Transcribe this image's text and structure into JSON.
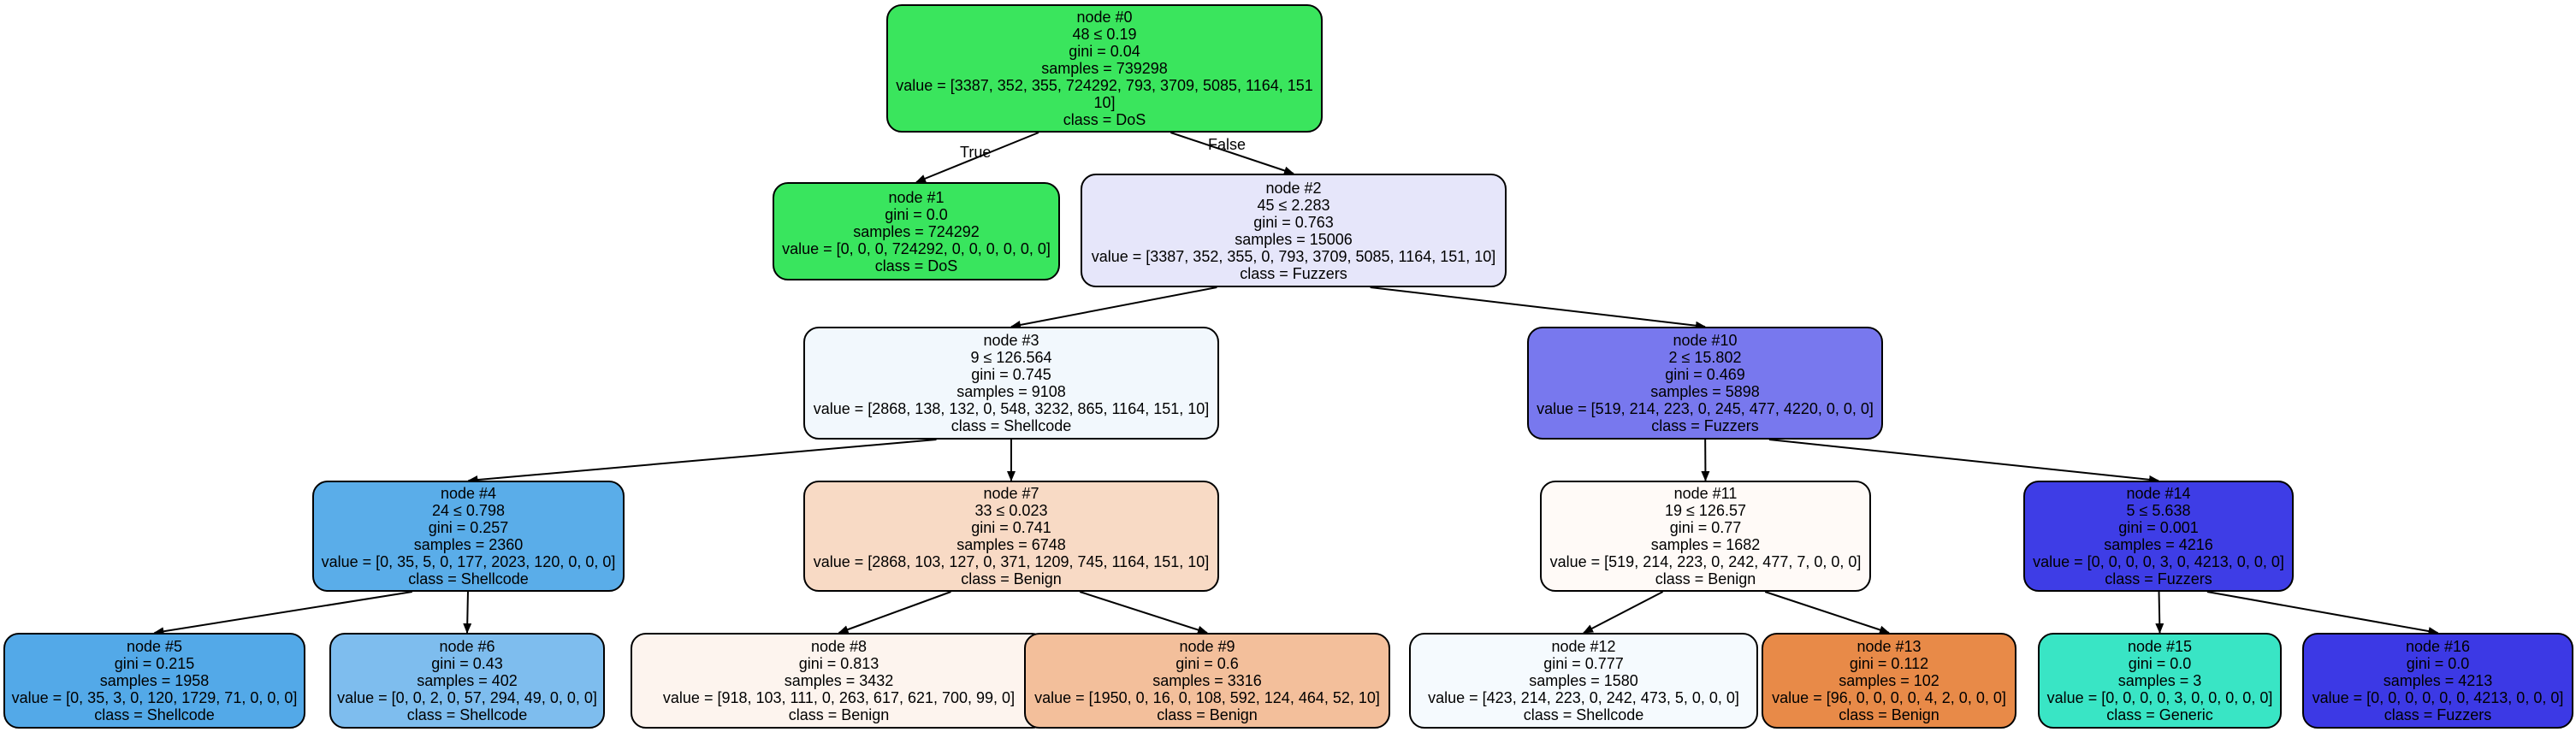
{
  "tree": {
    "edge_labels": {
      "true_label": "True",
      "false_label": "False"
    },
    "nodes": [
      {
        "id": "node-0",
        "color": "#3ae55d",
        "lines": [
          "node #0",
          "48 ≤ 0.19",
          "gini = 0.04",
          "samples = 739298",
          "value = [3387, 352, 355, 724292, 793, 3709, 5085, 1164, 151 10]",
          "class = DoS"
        ]
      },
      {
        "id": "node-1",
        "color": "#39e55e",
        "lines": [
          "node #1",
          "gini = 0.0",
          "samples = 724292",
          "value = [0, 0, 0, 724292, 0, 0, 0, 0, 0, 0]",
          "class = DoS"
        ]
      },
      {
        "id": "node-2",
        "color": "#e6e6fa",
        "lines": [
          "node #2",
          "45 ≤ 2.283",
          "gini = 0.763",
          "samples = 15006",
          "value = [3387, 352, 355, 0, 793, 3709, 5085, 1164, 151, 10]",
          "class =  Fuzzers"
        ]
      },
      {
        "id": "node-3",
        "color": "#f2f8fd",
        "lines": [
          "node #3",
          "9 ≤ 126.564",
          "gini = 0.745",
          "samples = 9108",
          "value = [2868, 138, 132, 0, 548, 3232, 865, 1164, 151, 10]",
          "class = Shellcode"
        ]
      },
      {
        "id": "node-4",
        "color": "#5aade9",
        "lines": [
          "node #4",
          "24 ≤ 0.798",
          "gini = 0.257",
          "samples = 2360",
          "value = [0, 35, 5, 0, 177, 2023, 120, 0, 0, 0]",
          "class = Shellcode"
        ]
      },
      {
        "id": "node-5",
        "color": "#53a9e8",
        "lines": [
          "node #5",
          "gini = 0.215",
          "samples = 1958",
          "value = [0, 35, 3, 0, 120, 1729, 71, 0, 0, 0]",
          "class = Shellcode"
        ]
      },
      {
        "id": "node-6",
        "color": "#7ebdee",
        "lines": [
          "node #6",
          "gini = 0.43",
          "samples = 402",
          "value = [0, 0, 2, 0, 57, 294, 49, 0, 0, 0]",
          "class = Shellcode"
        ]
      },
      {
        "id": "node-7",
        "color": "#f8dac5",
        "lines": [
          "node #7",
          "33 ≤ 0.023",
          "gini = 0.741",
          "samples = 6748",
          "value = [2868, 103, 127, 0, 371, 1209, 745, 1164, 151, 10]",
          "class = Benign"
        ]
      },
      {
        "id": "node-8",
        "color": "#fdf4ee",
        "lines": [
          "node #8",
          "gini = 0.813",
          "samples = 3432",
          "value = [918, 103, 111, 0, 263, 617, 621, 700, 99, 0]",
          "class = Benign"
        ]
      },
      {
        "id": "node-9",
        "color": "#f3bf9b",
        "lines": [
          "node #9",
          "gini = 0.6",
          "samples = 3316",
          "value = [1950, 0, 16, 0, 108, 592, 124, 464, 52, 10]",
          "class = Benign"
        ]
      },
      {
        "id": "node-10",
        "color": "#7878ee",
        "lines": [
          "node #10",
          "2 ≤ 15.802",
          "gini = 0.469",
          "samples = 5898",
          "value = [519, 214, 223, 0, 245, 477, 4220, 0, 0, 0]",
          "class =  Fuzzers"
        ]
      },
      {
        "id": "node-11",
        "color": "#fffaf7",
        "lines": [
          "node #11",
          "19 ≤ 126.57",
          "gini = 0.77",
          "samples = 1682",
          "value = [519, 214, 223, 0, 242, 477, 7, 0, 0, 0]",
          "class = Benign"
        ]
      },
      {
        "id": "node-12",
        "color": "#f5fafe",
        "lines": [
          "node #12",
          "gini = 0.777",
          "samples = 1580",
          "value = [423, 214, 223, 0, 242, 473, 5, 0, 0, 0]",
          "class = Shellcode"
        ]
      },
      {
        "id": "node-13",
        "color": "#e88a48",
        "lines": [
          "node #13",
          "gini = 0.112",
          "samples = 102",
          "value = [96, 0, 0, 0, 0, 4, 2, 0, 0, 0]",
          "class = Benign"
        ]
      },
      {
        "id": "node-14",
        "color": "#3e3de6",
        "lines": [
          "node #14",
          "5 ≤ 5.638",
          "gini = 0.001",
          "samples = 4216",
          "value = [0, 0, 0, 0, 3, 0, 4213, 0, 0, 0]",
          "class =  Fuzzers"
        ]
      },
      {
        "id": "node-15",
        "color": "#39e5c5",
        "lines": [
          "node #15",
          "gini = 0.0",
          "samples = 3",
          "value = [0, 0, 0, 0, 3, 0, 0, 0, 0, 0]",
          "class = Generic"
        ]
      },
      {
        "id": "node-16",
        "color": "#3c39e5",
        "lines": [
          "node #16",
          "gini = 0.0",
          "samples = 4213",
          "value = [0, 0, 0, 0, 0, 0, 4213, 0, 0, 0]",
          "class =  Fuzzers"
        ]
      }
    ],
    "edges": [
      [
        "node-0",
        "node-1"
      ],
      [
        "node-0",
        "node-2"
      ],
      [
        "node-2",
        "node-3"
      ],
      [
        "node-2",
        "node-10"
      ],
      [
        "node-3",
        "node-4"
      ],
      [
        "node-3",
        "node-7"
      ],
      [
        "node-4",
        "node-5"
      ],
      [
        "node-4",
        "node-6"
      ],
      [
        "node-7",
        "node-8"
      ],
      [
        "node-7",
        "node-9"
      ],
      [
        "node-10",
        "node-11"
      ],
      [
        "node-10",
        "node-14"
      ],
      [
        "node-11",
        "node-12"
      ],
      [
        "node-11",
        "node-13"
      ],
      [
        "node-14",
        "node-15"
      ],
      [
        "node-14",
        "node-16"
      ]
    ]
  }
}
